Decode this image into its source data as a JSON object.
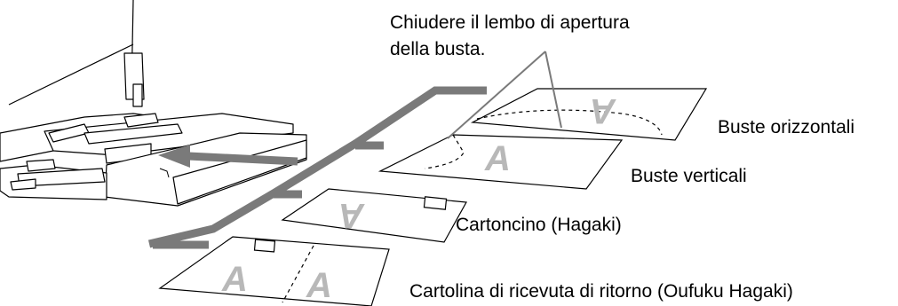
{
  "callout": {
    "line1": "Chiudere il lembo di apertura",
    "line2": "della busta."
  },
  "labels": {
    "horizontal_envelopes": "Buste orizzontali",
    "vertical_envelopes": "Buste verticali",
    "postcard": "Cartoncino (Hagaki)",
    "return_postcard": "Cartolina di ricevuta di ritorno (Oufuku Hagaki)"
  },
  "glyphs": {
    "card_mark": "A"
  },
  "colors": {
    "guide_gray": "#7a7a7a",
    "glyph_gray": "#b8b8b8"
  }
}
